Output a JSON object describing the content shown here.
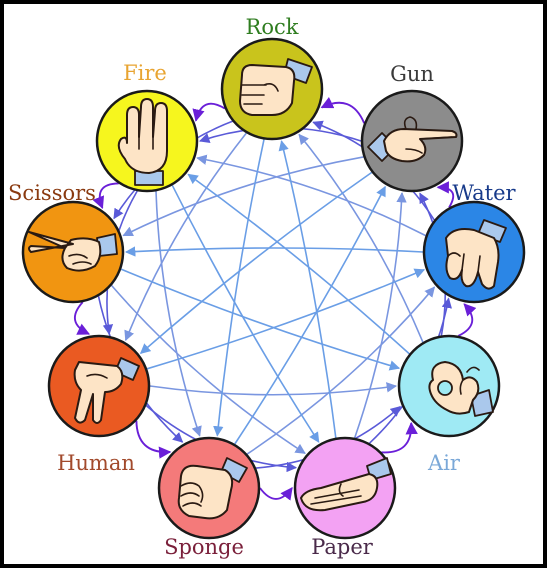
{
  "diagram": {
    "type": "cyclic-dominance-graph",
    "nodes": [
      {
        "id": "rock",
        "label": "Rock",
        "circle_color": "#c9c41c",
        "label_color": "#2f7d20",
        "icon": "fist-icon"
      },
      {
        "id": "gun",
        "label": "Gun",
        "circle_color": "#8c8c8c",
        "label_color": "#3a3a3a",
        "icon": "finger-gun-icon"
      },
      {
        "id": "water",
        "label": "Water",
        "circle_color": "#2b86e6",
        "label_color": "#173a8a",
        "icon": "cupped-hand-icon"
      },
      {
        "id": "air",
        "label": "Air",
        "circle_color": "#9feaf4",
        "label_color": "#7aa8d8",
        "icon": "ok-sign-icon"
      },
      {
        "id": "paper",
        "label": "Paper",
        "circle_color": "#f3a2f3",
        "label_color": "#4a2a4a",
        "icon": "flat-hand-icon"
      },
      {
        "id": "sponge",
        "label": "Sponge",
        "circle_color": "#f47a7a",
        "label_color": "#7a1f3a",
        "icon": "curled-fingers-icon"
      },
      {
        "id": "human",
        "label": "Human",
        "circle_color": "#ea5a22",
        "label_color": "#a24a2c",
        "icon": "walking-fingers-icon"
      },
      {
        "id": "scissors",
        "label": "Scissors",
        "circle_color": "#f19511",
        "label_color": "#8a3a10",
        "icon": "scissors-hand-icon"
      },
      {
        "id": "fire",
        "label": "Fire",
        "circle_color": "#f6f61e",
        "label_color": "#e8a431",
        "icon": "three-fingers-icon"
      }
    ],
    "edge_colors": {
      "adjacent": "#6a1fd8",
      "skip-two": "#5a5ad8",
      "skip-three": "#7a96e0",
      "skip-four": "#6a9ee6"
    },
    "frame_color": "#000000"
  }
}
